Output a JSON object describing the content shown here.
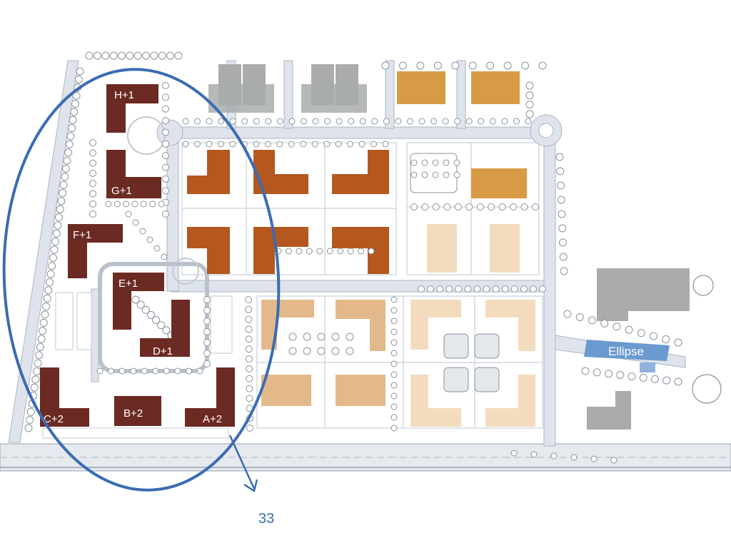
{
  "plan": {
    "buildings": [
      {
        "label": "H+1"
      },
      {
        "label": "G+1"
      },
      {
        "label": "F+1"
      },
      {
        "label": "E+1"
      },
      {
        "label": "D+1"
      },
      {
        "label": "C+2"
      },
      {
        "label": "B+2"
      },
      {
        "label": "A+2"
      }
    ],
    "feature_label": "Ellipse",
    "callout_number": "33"
  },
  "colors": {
    "highlight_outline": "#3a6cb3",
    "residential_dark": "#6b2a22",
    "residential_orange": "#b4581f",
    "residential_mid": "#d79a45",
    "residential_tan": "#e3b98c",
    "residential_cream": "#f3dcbd",
    "existing_gray": "#a9abad",
    "road": "#dfe4ec",
    "ellipse_fill": "#6a9ad0"
  }
}
